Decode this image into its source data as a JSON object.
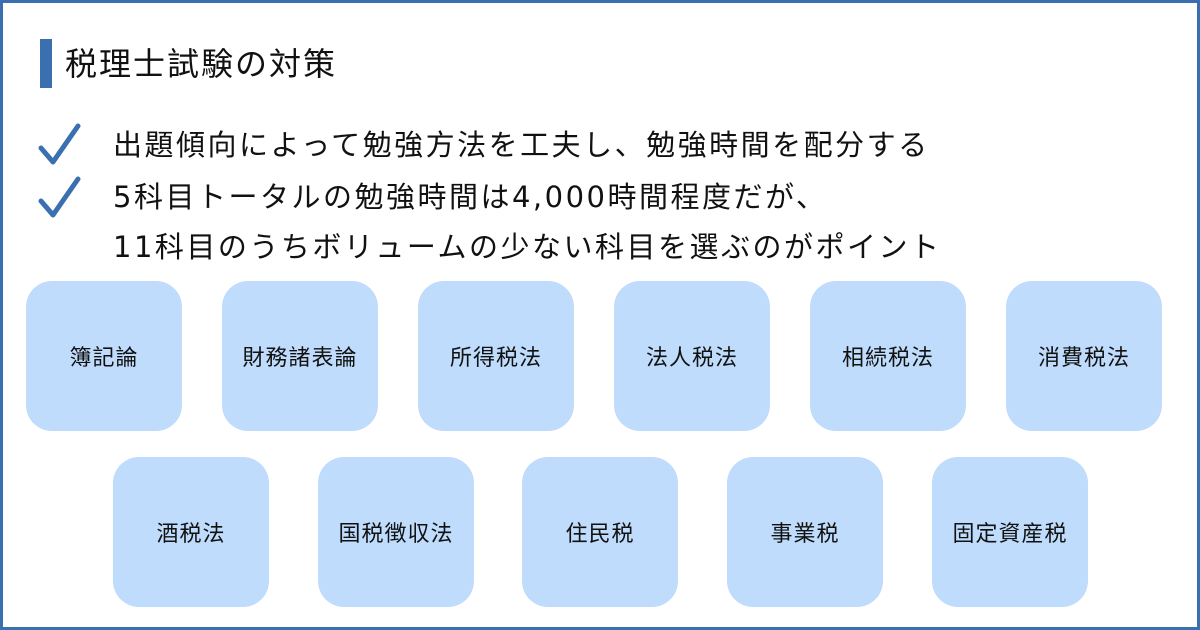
{
  "title": "税理士試験の対策",
  "points": [
    "出題傾向によって勉強方法を工夫し、勉強時間を配分する",
    "5科目トータルの勉強時間は4,000時間程度だが、",
    "11科目のうちボリュームの少ない科目を選ぶのがポイント"
  ],
  "subjects_row1": [
    "簿記論",
    "財務諸表論",
    "所得税法",
    "法人税法",
    "相続税法",
    "消費税法"
  ],
  "subjects_row2": [
    "酒税法",
    "国税徴収法",
    "住民税",
    "事業税",
    "固定資産税"
  ],
  "colors": {
    "accent": "#3a6fb0",
    "box": "#bfdcfc"
  }
}
